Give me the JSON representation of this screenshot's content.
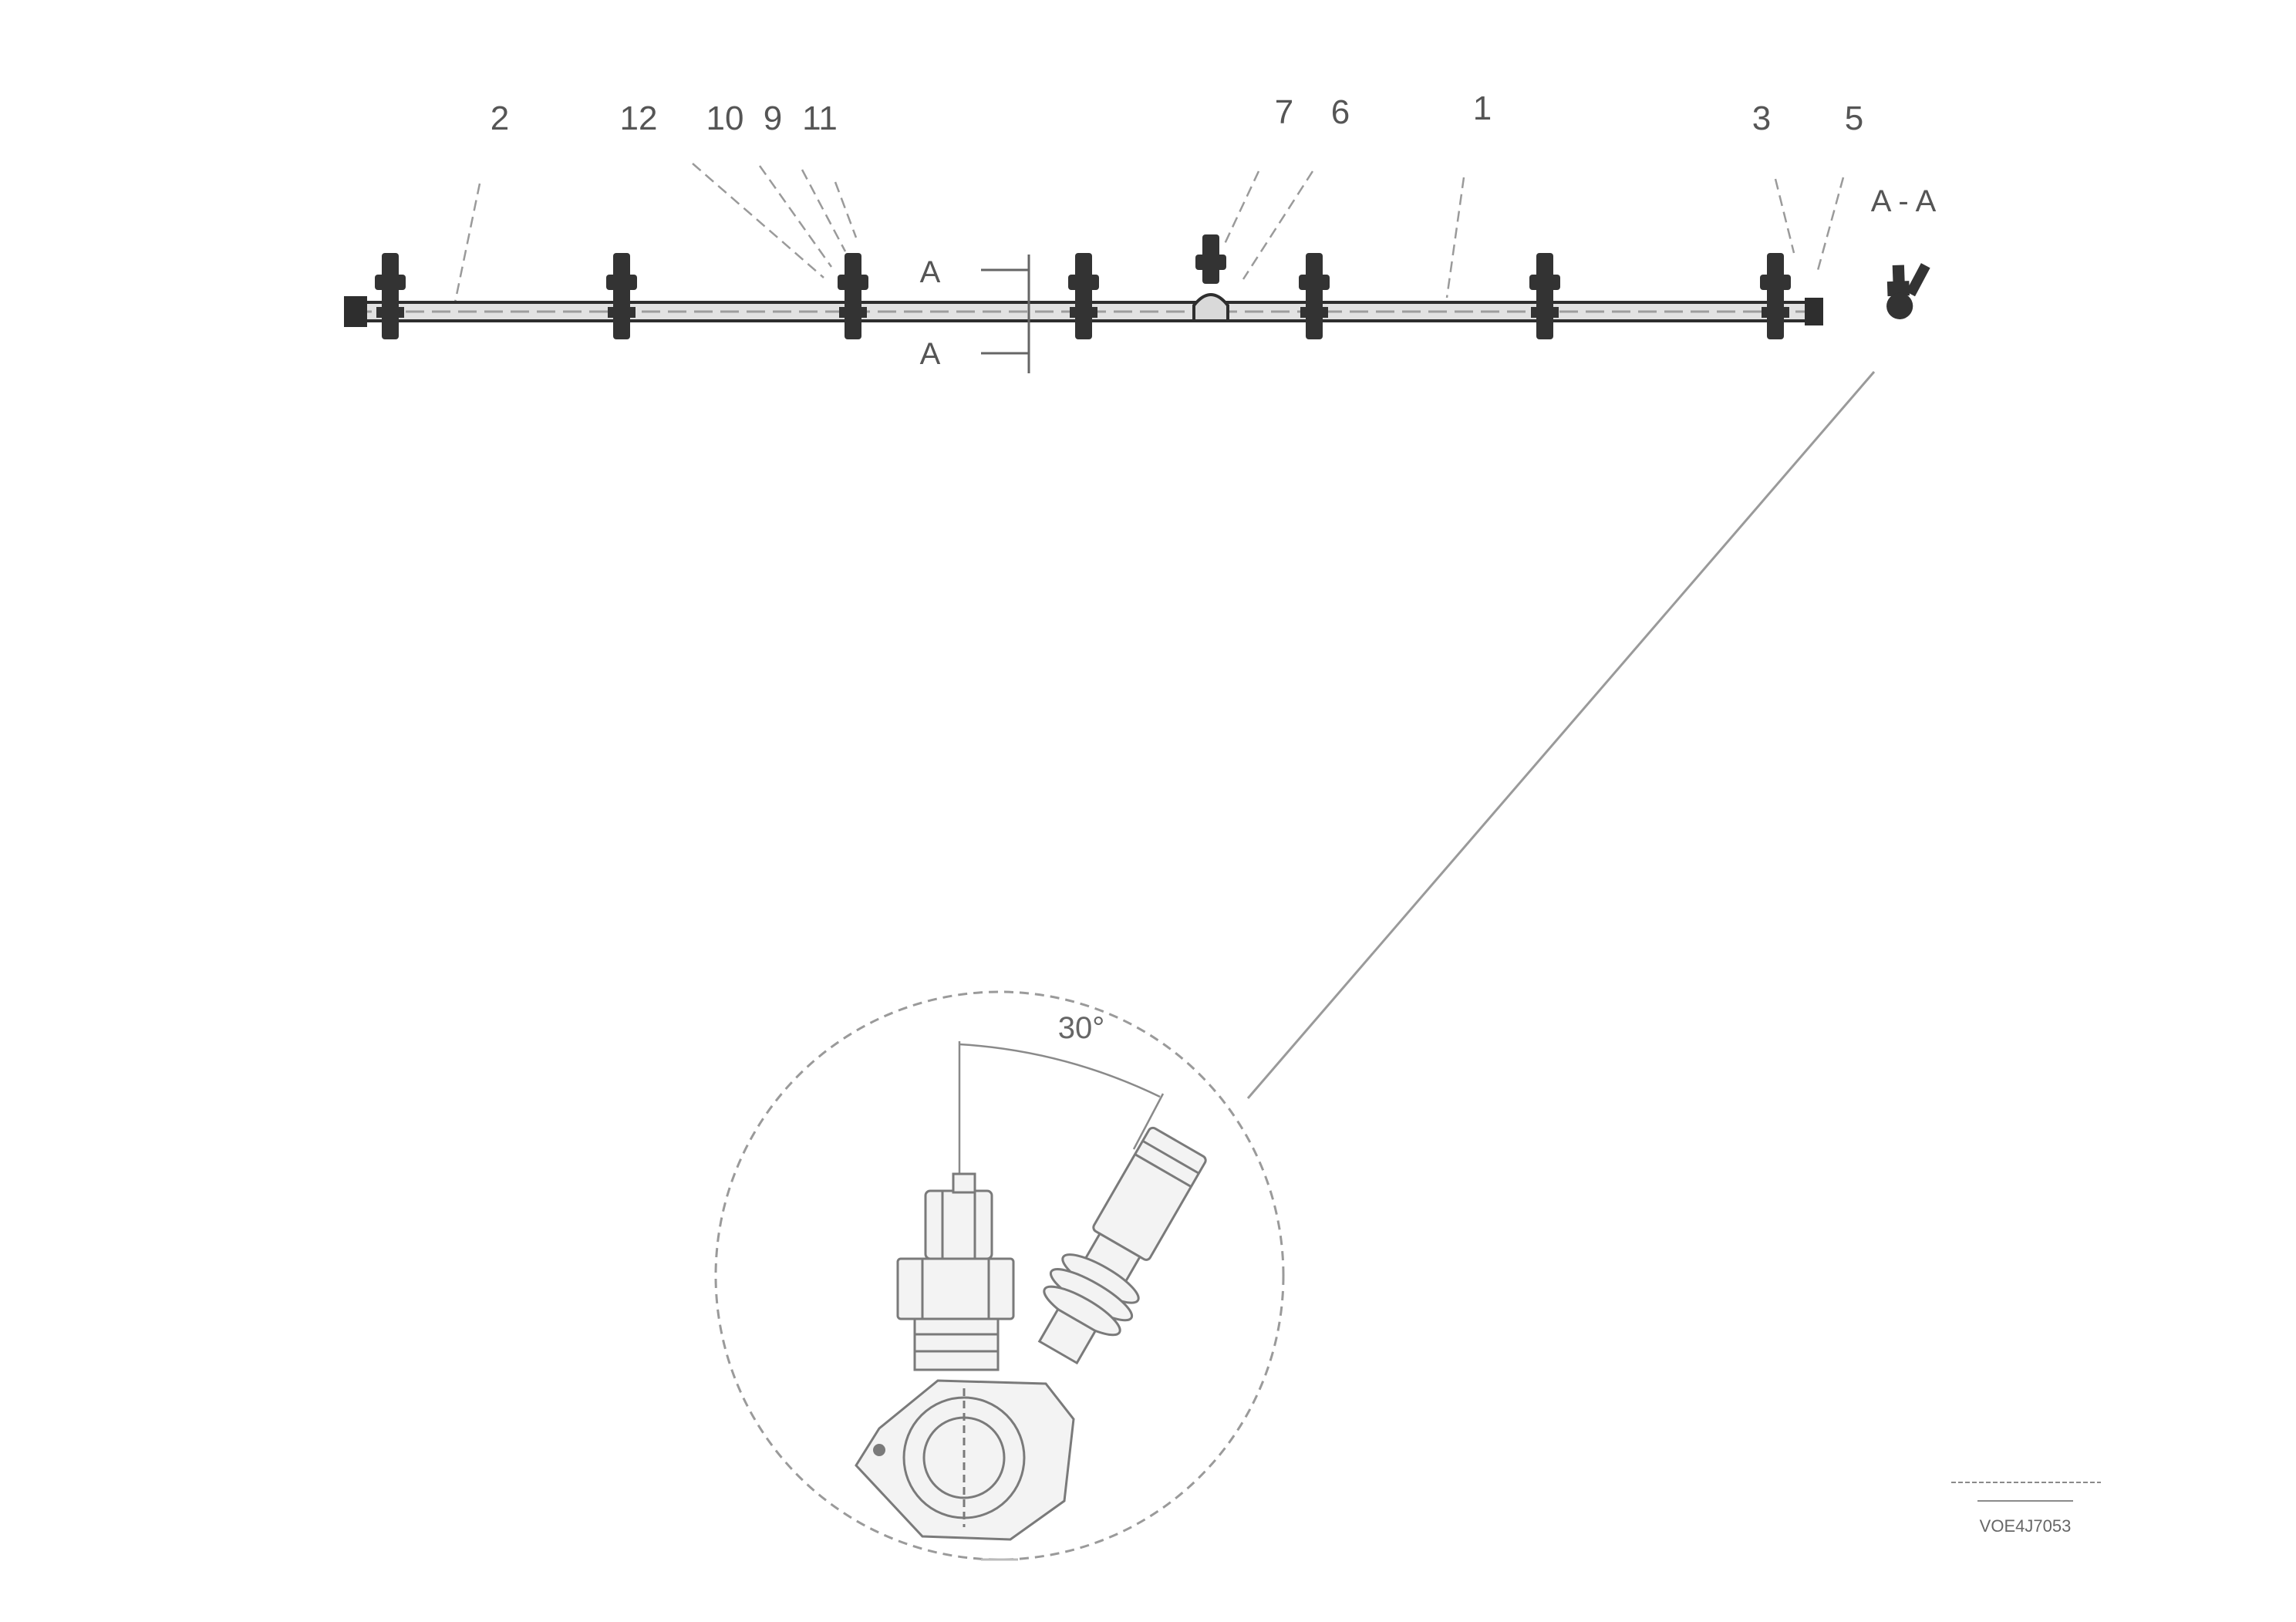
{
  "callouts": {
    "c2": "2",
    "c12": "12",
    "c10": "10",
    "c9": "9",
    "c11": "11",
    "c7": "7",
    "c6": "6",
    "c1": "1",
    "c3": "3",
    "c5": "5"
  },
  "section": {
    "marker_top": "A",
    "marker_bottom": "A",
    "view_title": "A - A"
  },
  "detail": {
    "angle": "30°"
  },
  "stamp": {
    "code": "VOE4J7053"
  },
  "colors": {
    "line": "#2e2e2e",
    "leader": "#9a9a9a",
    "detail": "#7a7a7a"
  }
}
